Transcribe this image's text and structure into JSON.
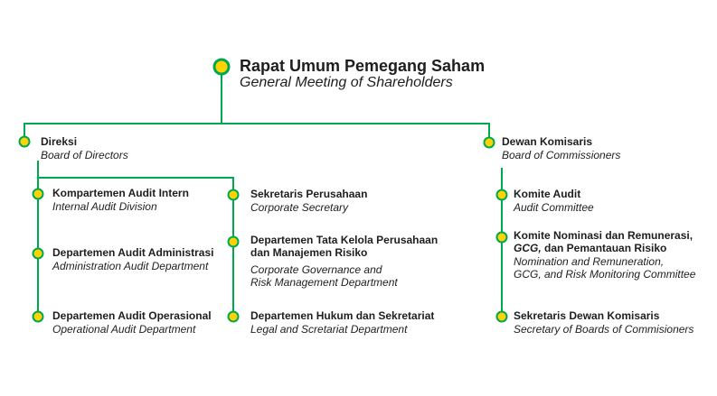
{
  "colors": {
    "line_green": "#00A94F",
    "node_fill_yellow": "#FFD204",
    "text": "#1e1e1e"
  },
  "nodes": {
    "root": {
      "title": "Rapat Umum Pemegang Saham",
      "subtitle": "General Meeting of Shareholders"
    },
    "direksi": {
      "title": "Direksi",
      "subtitle": "Board of Directors"
    },
    "dewan_komisaris": {
      "title": "Dewan Komisaris",
      "subtitle": "Board of Commissioners"
    },
    "audit_intern": {
      "title": "Kompartemen Audit Intern",
      "subtitle": "Internal Audit Division"
    },
    "audit_administrasi": {
      "title": "Departemen Audit Administrasi",
      "subtitle": "Administration Audit Department"
    },
    "audit_operasional": {
      "title": "Departemen Audit Operasional",
      "subtitle": "Operational Audit Department"
    },
    "sekretaris_perusahaan": {
      "title": "Sekretaris Perusahaan",
      "subtitle": "Corporate Secretary"
    },
    "tata_kelola": {
      "title_lines": [
        "Departemen Tata Kelola Perusahaan",
        "dan Manajemen Risiko"
      ],
      "subtitle_lines": [
        "Corporate Governance and",
        "Risk Management Department"
      ]
    },
    "hukum_sekretariat": {
      "title": "Departemen Hukum dan Sekretariat",
      "subtitle": "Legal and Scretariat Department"
    },
    "komite_audit": {
      "title": "Komite Audit",
      "subtitle": "Audit Committee"
    },
    "komite_nominasi": {
      "title_line1": "Komite Nominasi dan Remunerasi,",
      "title_line2_gcg": "GCG,",
      "title_line2_rest": " dan Pemantauan Risiko",
      "subtitle_lines": [
        "Nomination and Remuneration,",
        "GCG, and Risk Monitoring Committee"
      ]
    },
    "sekretaris_dewan": {
      "title": "Sekretaris Dewan Komisaris",
      "subtitle": "Secretary of Boards of Commisioners"
    }
  }
}
